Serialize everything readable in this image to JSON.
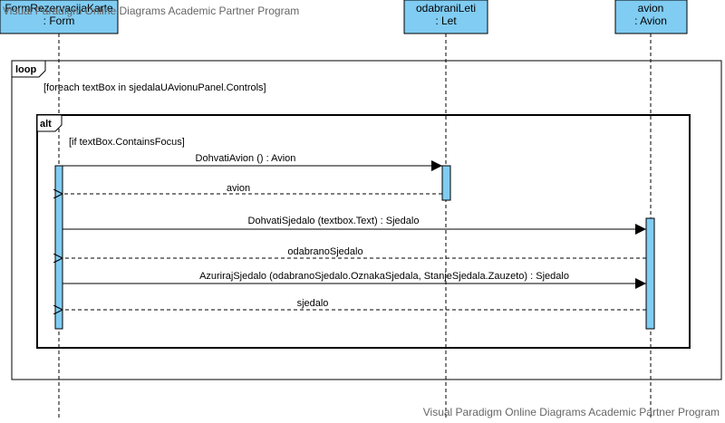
{
  "watermark_top": "Visual Paradigm Online Diagrams Academic Partner Program",
  "watermark_bottom": "Visual Paradigm Online Diagrams Academic Partner Program",
  "colors": {
    "lifeline_head_fill": "#80CCF2",
    "activation_fill": "#80CCF2",
    "line": "#000000"
  },
  "lifelines": [
    {
      "name": "FormRezervacijaKarte",
      "type": ": Form"
    },
    {
      "name": "odabraniLeti",
      "type": ": Let"
    },
    {
      "name": "avion",
      "type": ": Avion"
    }
  ],
  "fragments": {
    "loop": {
      "operator": "loop",
      "guard": "[foreach textBox in sjedalaUAvionuPanel.Controls]"
    },
    "alt": {
      "operator": "alt",
      "guard": "[if textBox.ContainsFocus]"
    }
  },
  "messages": [
    {
      "label": "DohvatiAvion () : Avion",
      "kind": "call"
    },
    {
      "label": "avion",
      "kind": "return"
    },
    {
      "label": "DohvatiSjedalo (textbox.Text) : Sjedalo",
      "kind": "call"
    },
    {
      "label": "odabranoSjedalo",
      "kind": "return"
    },
    {
      "label": "AzurirajSjedalo (odabranoSjedalo.OznakaSjedala, StanjeSjedala.Zauzeto) : Sjedalo",
      "kind": "call"
    },
    {
      "label": "sjedalo",
      "kind": "return"
    }
  ]
}
